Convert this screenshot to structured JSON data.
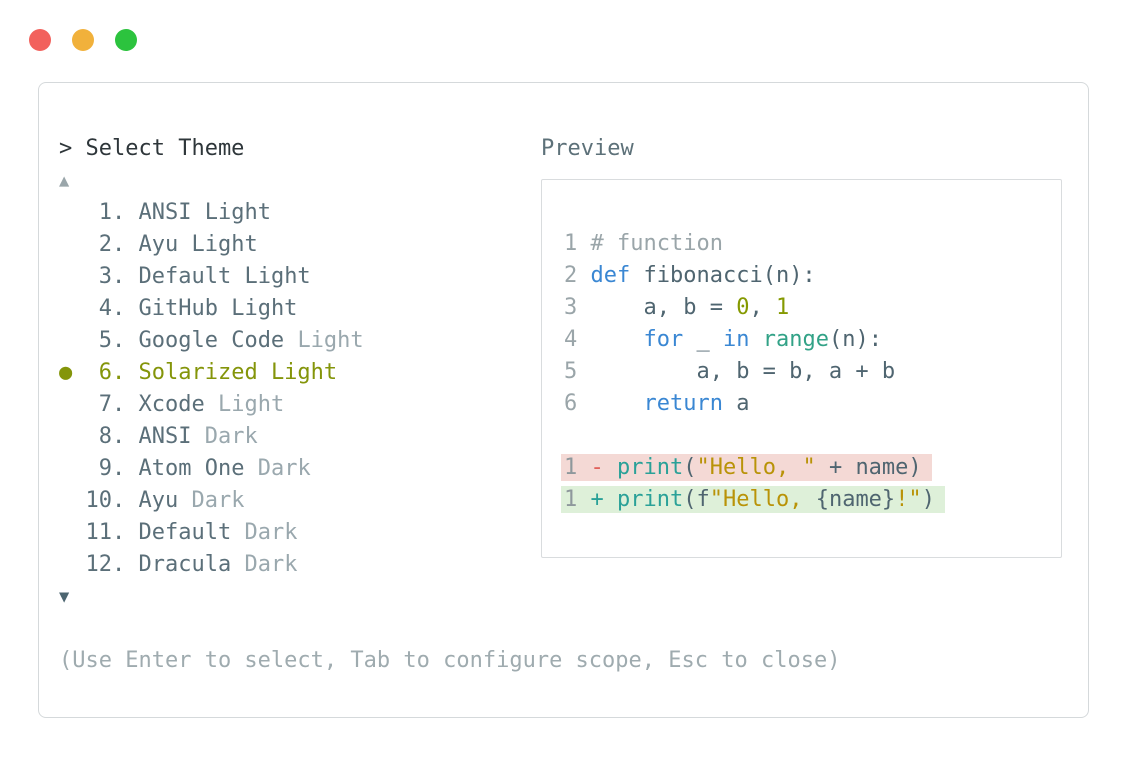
{
  "window": {
    "controls": [
      {
        "name": "close",
        "color": "#f2615c"
      },
      {
        "name": "minimize",
        "color": "#f1b13b"
      },
      {
        "name": "zoom",
        "color": "#2cc33e"
      }
    ]
  },
  "prompt": "> Select Theme",
  "list": {
    "scroll_up": "▲",
    "scroll_down": "▼",
    "selected_marker": "●",
    "items": [
      {
        "num": "1",
        "name": "ANSI",
        "variant": "Light",
        "dim_variant": false,
        "selected": false
      },
      {
        "num": "2",
        "name": "Ayu",
        "variant": "Light",
        "dim_variant": false,
        "selected": false
      },
      {
        "num": "3",
        "name": "Default",
        "variant": "Light",
        "dim_variant": false,
        "selected": false
      },
      {
        "num": "4",
        "name": "GitHub",
        "variant": "Light",
        "dim_variant": false,
        "selected": false
      },
      {
        "num": "5",
        "name": "Google Code",
        "variant": "Light",
        "dim_variant": true,
        "selected": false
      },
      {
        "num": "6",
        "name": "Solarized",
        "variant": "Light",
        "dim_variant": false,
        "selected": true
      },
      {
        "num": "7",
        "name": "Xcode",
        "variant": "Light",
        "dim_variant": true,
        "selected": false
      },
      {
        "num": "8",
        "name": "ANSI",
        "variant": "Dark",
        "dim_variant": true,
        "selected": false
      },
      {
        "num": "9",
        "name": "Atom One",
        "variant": "Dark",
        "dim_variant": true,
        "selected": false
      },
      {
        "num": "10",
        "name": "Ayu",
        "variant": "Dark",
        "dim_variant": true,
        "selected": false
      },
      {
        "num": "11",
        "name": "Default",
        "variant": "Dark",
        "dim_variant": true,
        "selected": false
      },
      {
        "num": "12",
        "name": "Dracula",
        "variant": "Dark",
        "dim_variant": true,
        "selected": false
      }
    ]
  },
  "preview": {
    "label": "Preview",
    "code_lines": [
      {
        "num": "1",
        "tokens": [
          [
            "comment",
            "# function"
          ]
        ]
      },
      {
        "num": "2",
        "tokens": [
          [
            "keyword",
            "def"
          ],
          [
            "code",
            " fibonacci(n):"
          ]
        ]
      },
      {
        "num": "3",
        "tokens": [
          [
            "code",
            "    a, b = "
          ],
          [
            "number",
            "0"
          ],
          [
            "code",
            ", "
          ],
          [
            "number",
            "1"
          ]
        ]
      },
      {
        "num": "4",
        "tokens": [
          [
            "code",
            "    "
          ],
          [
            "keyword",
            "for"
          ],
          [
            "code",
            " _ "
          ],
          [
            "keyword",
            "in"
          ],
          [
            "code",
            " "
          ],
          [
            "builtin",
            "range"
          ],
          [
            "code",
            "(n):"
          ]
        ]
      },
      {
        "num": "5",
        "tokens": [
          [
            "code",
            "        a, b = b, a + b"
          ]
        ]
      },
      {
        "num": "6",
        "tokens": [
          [
            "code",
            "    "
          ],
          [
            "keyword",
            "return"
          ],
          [
            "code",
            " a"
          ]
        ]
      }
    ],
    "diff_lines": [
      {
        "num": "1",
        "sign": "-",
        "kind": "removed",
        "tokens": [
          [
            "function",
            "print"
          ],
          [
            "code",
            "("
          ],
          [
            "string",
            "\"Hello, \""
          ],
          [
            "code",
            " + name)"
          ]
        ]
      },
      {
        "num": "1",
        "sign": "+",
        "kind": "added",
        "tokens": [
          [
            "function",
            "print"
          ],
          [
            "code",
            "(f"
          ],
          [
            "string",
            "\"Hello, "
          ],
          [
            "code",
            "{name}"
          ],
          [
            "string",
            "!\""
          ],
          [
            "code",
            ")"
          ]
        ]
      }
    ]
  },
  "help": "(Use Enter to select, Tab to configure scope, Esc to close)",
  "palette": {
    "prompt": "#2e363a",
    "item": "#5b6f79",
    "item_dim": "#9aa8ae",
    "item_selected": "#84950a",
    "arrow_up": "#9aa6aa",
    "arrow_down": "#4c6570",
    "help": "#9fabaf",
    "preview_label": "#5d7179",
    "linenum": "#9aa5a9",
    "diff_num": "#8e989c",
    "code": "#4f6570",
    "comment": "#9aa5a9",
    "keyword": "#3a87d3",
    "builtin": "#32a287",
    "function": "#2aa198",
    "string": "#b99308",
    "number": "#859900",
    "removed_sign": "#e0605a",
    "added_sign": "#2aa198",
    "removed_bg": "#f4d9d5",
    "added_bg": "#def0d9"
  }
}
